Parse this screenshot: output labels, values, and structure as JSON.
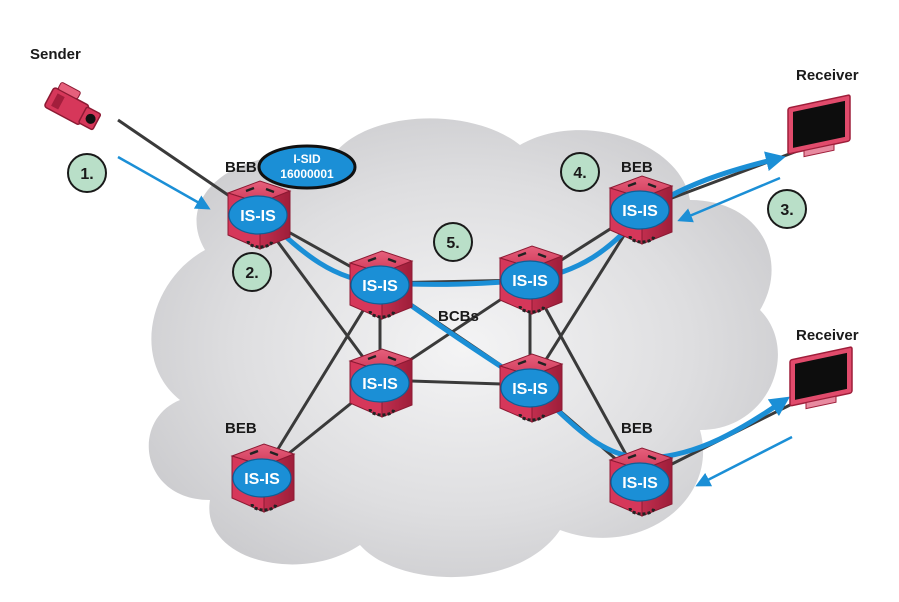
{
  "title": "IP Multicast over SPB - stream flow",
  "labels": {
    "sender": "Sender",
    "receiver_top": "Receiver",
    "receiver_bottom": "Receiver",
    "beb_top_left": "BEB",
    "beb_top_right": "BEB",
    "beb_bottom_left": "BEB",
    "beb_bottom_right": "BEB",
    "bcbs": "BCBs"
  },
  "isid": {
    "line1": "I-SID",
    "line2": "16000001"
  },
  "node_badge": "IS-IS",
  "nodes": [
    {
      "id": "beb-tl",
      "role": "BEB",
      "badge": "IS-IS"
    },
    {
      "id": "beb-tr",
      "role": "BEB",
      "badge": "IS-IS"
    },
    {
      "id": "beb-bl",
      "role": "BEB",
      "badge": "IS-IS"
    },
    {
      "id": "beb-br",
      "role": "BEB",
      "badge": "IS-IS"
    },
    {
      "id": "bcb-tl",
      "role": "BCB",
      "badge": "IS-IS"
    },
    {
      "id": "bcb-tr",
      "role": "BCB",
      "badge": "IS-IS"
    },
    {
      "id": "bcb-bl",
      "role": "BCB",
      "badge": "IS-IS"
    },
    {
      "id": "bcb-br",
      "role": "BCB",
      "badge": "IS-IS"
    }
  ],
  "steps": [
    "1.",
    "2.",
    "3.",
    "4.",
    "5."
  ],
  "colors": {
    "switch": "#d6375a",
    "switch_dark": "#a31e3c",
    "badge": "#1b8fd6",
    "flow": "#1b8fd6",
    "link": "#3a3a3a",
    "step_fill": "#b9dfc8",
    "cloud": "#e2e2e4"
  }
}
